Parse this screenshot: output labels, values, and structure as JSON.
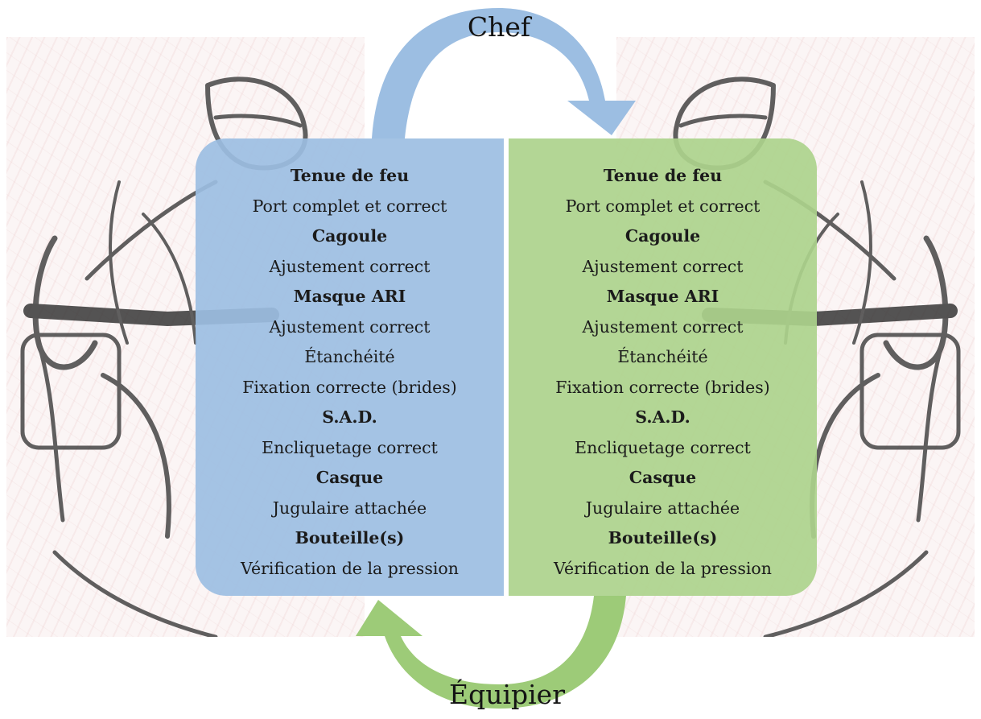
{
  "cycle": {
    "top_label": "Chef",
    "bottom_label": "Équipier",
    "top_color": "#9cbee2",
    "bottom_color": "#9dcb78"
  },
  "panels": {
    "left": {
      "color": "#9cbee2",
      "rows": [
        {
          "text": "Tenue de feu",
          "heading": true
        },
        {
          "text": "Port complet et correct",
          "heading": false
        },
        {
          "text": "Cagoule",
          "heading": true
        },
        {
          "text": "Ajustement correct",
          "heading": false
        },
        {
          "text": "Masque ARI",
          "heading": true
        },
        {
          "text": "Ajustement correct",
          "heading": false
        },
        {
          "text": "Étanchéité",
          "heading": false
        },
        {
          "text": "Fixation correcte (brides)",
          "heading": false
        },
        {
          "text": "S.A.D.",
          "heading": true
        },
        {
          "text": "Encliquetage correct",
          "heading": false
        },
        {
          "text": "Casque",
          "heading": true
        },
        {
          "text": "Jugulaire attachée",
          "heading": false
        },
        {
          "text": "Bouteille(s)",
          "heading": true
        },
        {
          "text": "Vérification de la pression",
          "heading": false
        }
      ]
    },
    "right": {
      "color": "#acd28c",
      "rows": [
        {
          "text": "Tenue de feu",
          "heading": true
        },
        {
          "text": "Port complet et correct",
          "heading": false
        },
        {
          "text": "Cagoule",
          "heading": true
        },
        {
          "text": "Ajustement correct",
          "heading": false
        },
        {
          "text": "Masque ARI",
          "heading": true
        },
        {
          "text": "Ajustement correct",
          "heading": false
        },
        {
          "text": "Étanchéité",
          "heading": false
        },
        {
          "text": "Fixation correcte (brides)",
          "heading": false
        },
        {
          "text": "S.A.D.",
          "heading": true
        },
        {
          "text": "Encliquetage correct",
          "heading": false
        },
        {
          "text": "Casque",
          "heading": true
        },
        {
          "text": "Jugulaire attachée",
          "heading": false
        },
        {
          "text": "Bouteille(s)",
          "heading": true
        },
        {
          "text": "Vérification de la pression",
          "heading": false
        }
      ]
    }
  },
  "illustrations": {
    "left": "firefighter-sketch",
    "right": "firefighter-sketch"
  }
}
